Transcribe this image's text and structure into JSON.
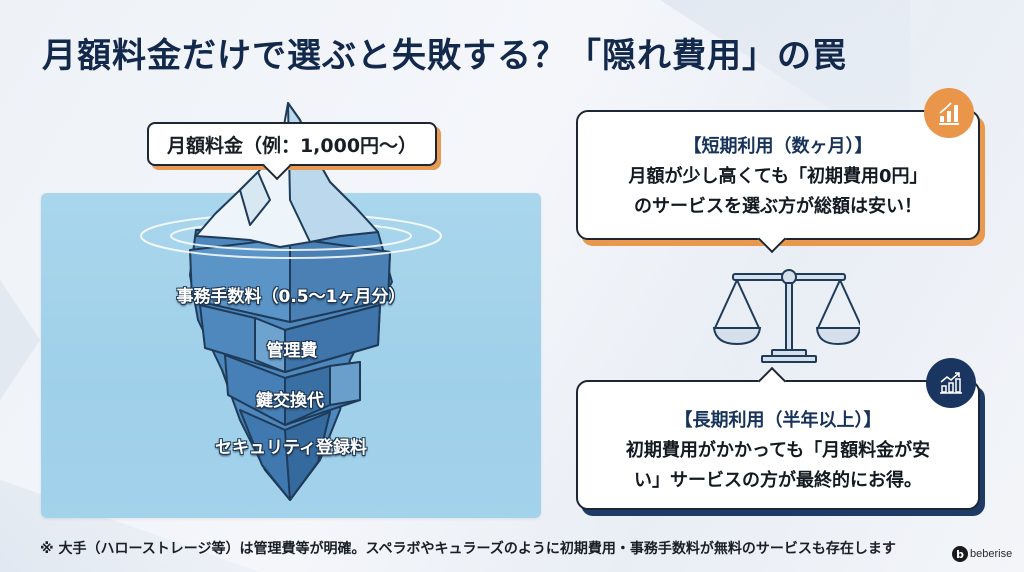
{
  "title": "月額料金だけで選ぶと失敗する？「隠れ費用」の罠",
  "iceberg": {
    "tip_callout": "月額料金（例：1,000円〜）",
    "hidden_costs": [
      "事務手数料（0.5〜1ヶ月分）",
      "管理費",
      "鍵交換代",
      "セキュリティ登録料"
    ],
    "colors": {
      "sea": "#a3d2eb",
      "ice_top": "#f4f8fb",
      "ice_under": "#3f78ad"
    }
  },
  "short_term": {
    "heading": "【短期利用（数ヶ月）】",
    "body_line1": "月額が少し高くても「初期費用0円」",
    "body_line2": "のサービスを選ぶ方が総額は安い！",
    "icon": "bar-chart-up-icon",
    "accent": "#e9954a"
  },
  "long_term": {
    "heading": "【長期利用（半年以上）】",
    "body_line1": "初期費用がかかっても「月額料金が安",
    "body_line2": "い」サービスの方が最終的にお得。",
    "icon": "trend-chart-icon",
    "accent": "#1b3561"
  },
  "scale_icon": "balance-scale-icon",
  "footnote": "※ 大手（ハローストレージ等）は管理費等が明確。スペラボやキュラーズのように初期費用・事務手数料が無料のサービスも存在します",
  "brand": {
    "mark": "b",
    "name": "beberise"
  }
}
